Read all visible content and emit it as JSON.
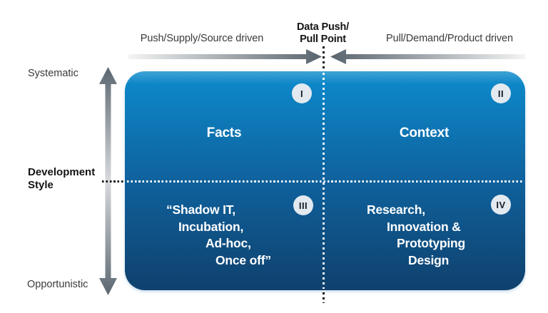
{
  "diagram": {
    "top_axis": {
      "left_label": "Push/Supply/Source driven",
      "center_label": [
        "Data Push/",
        "Pull Point"
      ],
      "right_label": "Pull/Demand/Product driven"
    },
    "left_axis": {
      "top_label": "Systematic",
      "middle_label": [
        "Development",
        "Style"
      ],
      "bottom_label": "Opportunistic"
    },
    "quadrants": [
      {
        "numeral": "I",
        "lines": [
          "Facts"
        ]
      },
      {
        "numeral": "II",
        "lines": [
          "Context"
        ]
      },
      {
        "numeral": "III",
        "lines": [
          "“Shadow IT,",
          "Incubation,",
          "Ad-hoc,",
          "Once off”"
        ]
      },
      {
        "numeral": "IV",
        "lines": [
          "Research,",
          "Innovation &",
          "Prototyping",
          "Design"
        ]
      }
    ],
    "colors": {
      "box_gradient_top": "#0d86c7",
      "box_gradient_bottom": "#0f416d",
      "arrow_dark": "#59646d",
      "arrow_light": "#f3f4f4",
      "badge_background": "#e3eaef",
      "badge_text": "#141d27",
      "label_text": "#3a3a3a",
      "quadrant_text": "#ffffff"
    }
  }
}
